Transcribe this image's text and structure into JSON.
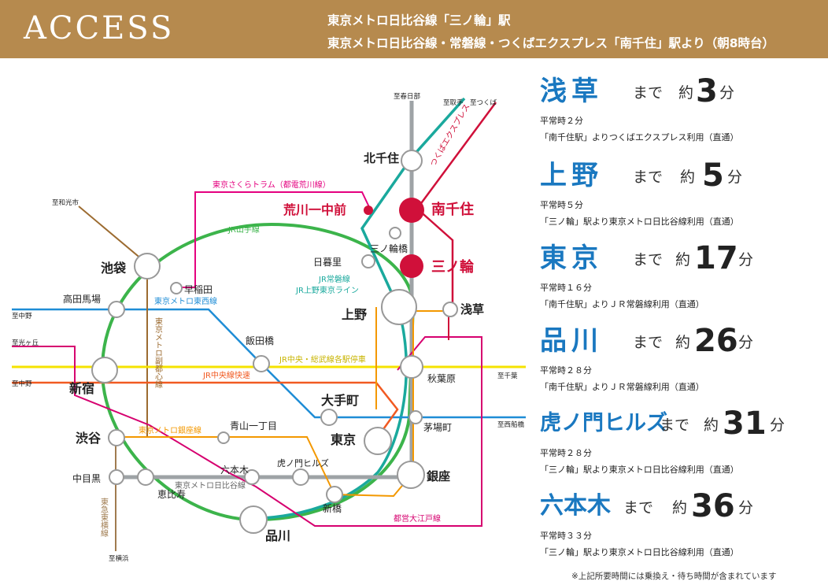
{
  "header": {
    "brand": "ACCESS",
    "line1": "東京メトロ日比谷線「三ノ輪」駅",
    "line2": "東京メトロ日比谷線・常磐線・つくばエクスプレス「南千住」駅より（朝8時台）"
  },
  "map": {
    "stations": {
      "kitasenju": "北千住",
      "minamisenju": "南千住",
      "minowa": "三ノ輪",
      "arakawa": "荒川一中前",
      "minowabashi": "三ノ輪橋",
      "nippori": "日暮里",
      "ueno": "上野",
      "asakusa": "浅草",
      "ikebukuro": "池袋",
      "waseda": "早稲田",
      "takadanobaba": "高田馬場",
      "iidabashi": "飯田橋",
      "shinjuku": "新宿",
      "akihabara": "秋葉原",
      "otemachi": "大手町",
      "kayabacho": "茅場町",
      "tokyo": "東京",
      "shibuya": "渋谷",
      "aoyama": "青山一丁目",
      "roppongi": "六本木",
      "toranomon": "虎ノ門ヒルズ",
      "nakameguro": "中目黒",
      "ebisu": "恵比寿",
      "ginza": "銀座",
      "shimbashi": "新橋",
      "shinagawa": "品川"
    },
    "lines": {
      "sakura": "東京さくらトラム（都電荒川線）",
      "yamanote": "JR山手線",
      "joban": "JR常磐線",
      "uenotokyo": "JR上野東京ライン",
      "tsukuba": "つくばエクスプレス",
      "tozai": "東京メトロ東西線",
      "fukutoshin": "東京メトロ副都心線",
      "sobu": "JR中央・総武線各駅停車",
      "chuo": "JR中央線快速",
      "ginzaline": "東京メトロ銀座線",
      "hibiya": "東京メトロ日比谷線",
      "oedo": "都営大江戸線",
      "toyoko": "東急東横線"
    },
    "directions": {
      "kasukabe": "至春日部",
      "toride": "至取手",
      "tsukuba": "至つくば",
      "wako": "至和光市",
      "nakano": "至中野",
      "hikarigaoka": "至光ヶ丘",
      "nakano2": "至中野",
      "chiba": "至千葉",
      "nishifunabashi": "至西船橋",
      "yokohama": "至横浜"
    }
  },
  "destinations": [
    {
      "name": "浅草",
      "made": "まで",
      "yaku": "約",
      "minutes": "3",
      "fun": "分",
      "normal": "平常時２分",
      "route": "「南千住駅」よりつくばエクスプレス利用（直通）"
    },
    {
      "name": "上野",
      "made": "まで",
      "yaku": "約",
      "minutes": "5",
      "fun": "分",
      "normal": "平常時５分",
      "route": "「三ノ輪」駅より東京メトロ日比谷線利用（直通）"
    },
    {
      "name": "東京",
      "made": "まで",
      "yaku": "約",
      "minutes": "17",
      "fun": "分",
      "normal": "平常時１６分",
      "route": "「南千住駅」よりＪＲ常磐線利用（直通）"
    },
    {
      "name": "品川",
      "made": "まで",
      "yaku": "約",
      "minutes": "26",
      "fun": "分",
      "normal": "平常時２８分",
      "route": "「南千住駅」よりＪＲ常磐線利用（直通）"
    },
    {
      "name": "虎ノ門ヒルズ",
      "made": "まで",
      "yaku": "約",
      "minutes": "31",
      "fun": "分",
      "normal": "平常時２８分",
      "route": "「三ノ輪」駅より東京メトロ日比谷線利用（直通）"
    },
    {
      "name": "六本木",
      "made": "まで",
      "yaku": "約",
      "minutes": "36",
      "fun": "分",
      "normal": "平常時３３分",
      "route": "「三ノ輪」駅より東京メトロ日比谷線利用（直通）"
    }
  ],
  "footnote": "※上記所要時間には乗換え・待ち時間が含まれています",
  "colors": {
    "header_bg": "#b68a4e",
    "accent_red": "#d0103a",
    "blue_text": "#1a78c0",
    "yamanote": "#3cb44b",
    "joban": "#1aa99d",
    "tsukuba": "#d0103a",
    "hibiya": "#9ea3a6",
    "tozai": "#1f8dd6",
    "fukutoshin": "#9c6b30",
    "sobu": "#f5e300",
    "chuo": "#f15a22",
    "ginzaline": "#f39800",
    "oedo": "#d6006f",
    "sakura": "#e4007f",
    "toyoko": "#a07c50"
  }
}
